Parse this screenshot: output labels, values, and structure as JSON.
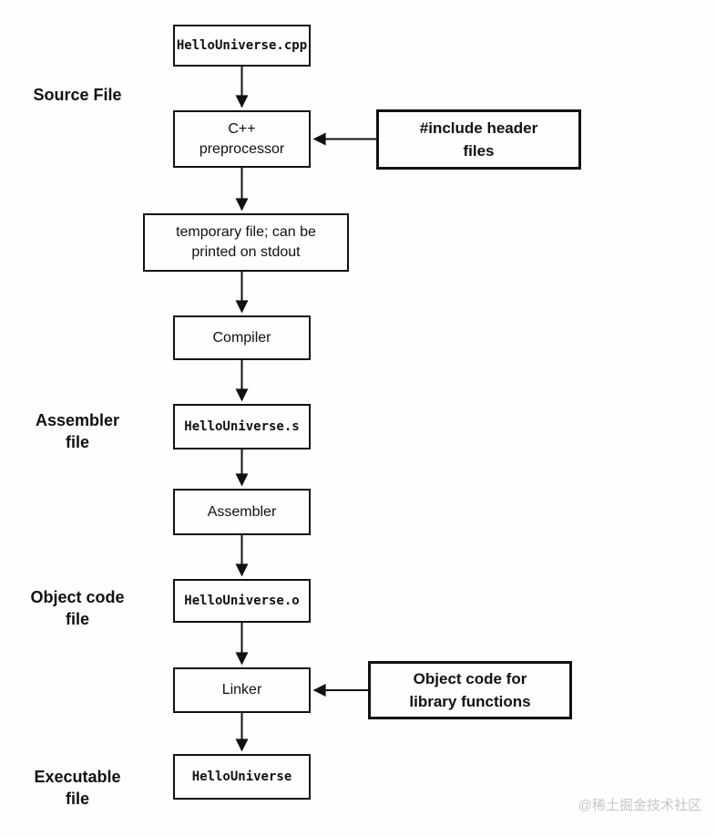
{
  "nodes": {
    "cpp_source": "HelloUniverse.cpp",
    "preprocessor": "C++\npreprocessor",
    "include_headers": "#include header\nfiles",
    "temp_file": "temporary file; can be\nprinted on stdout",
    "compiler": "Compiler",
    "assembly_file": "HelloUniverse.s",
    "assembler": "Assembler",
    "object_file": "HelloUniverse.o",
    "linker": "Linker",
    "library_object_code": "Object code for\nlibrary functions",
    "executable": "HelloUniverse"
  },
  "labels": {
    "source_file": "Source File",
    "assembler_file": "Assembler\nfile",
    "object_code_file": "Object code\nfile",
    "executable_file": "Executable\nfile"
  },
  "watermark": "@稀土掘金技术社区",
  "colors": {
    "background": "#fefefe",
    "line": "#111111",
    "text": "#111111",
    "watermark": "#c6c6c6"
  }
}
